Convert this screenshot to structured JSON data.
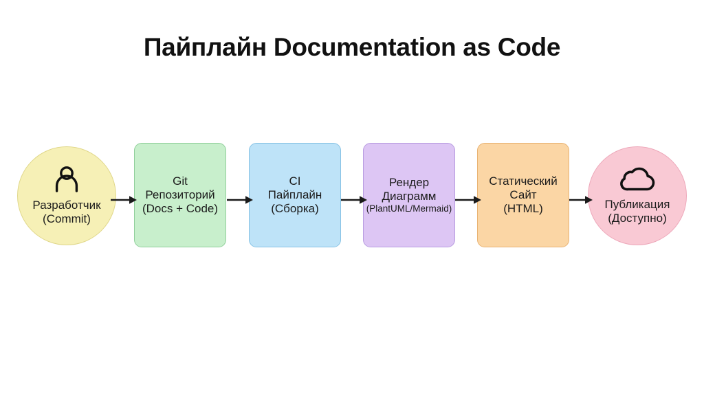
{
  "page": {
    "title": "Пайплайн Documentation as Code",
    "background_color": "#ffffff"
  },
  "diagram": {
    "type": "flow-pipeline",
    "orientation": "left-to-right",
    "node_count": 6,
    "arrow_count": 5,
    "arrow_color": "#1a1a1a",
    "nodes": [
      {
        "id": "developer",
        "shape": "circle",
        "icon": "person-icon",
        "lines": [
          "Разработчик",
          "(Commit)"
        ],
        "line1": "Разработчик",
        "line2": "(Commit)",
        "fill": "#f6f0b6",
        "stroke": "#e0d78a"
      },
      {
        "id": "git",
        "shape": "rectangle",
        "icon": null,
        "lines": [
          "Git",
          "Репозиторий",
          "(Docs + Code)"
        ],
        "line1": "Git",
        "line2": "Репозиторий",
        "line3": "(Docs + Code)",
        "fill": "#c8efcc",
        "stroke": "#8fcf9a"
      },
      {
        "id": "ci",
        "shape": "rectangle",
        "icon": null,
        "lines": [
          "CI",
          "Пайплайн",
          "(Сборка)"
        ],
        "line1": "CI",
        "line2": "Пайплайн",
        "line3": "(Сборка)",
        "fill": "#bee3f8",
        "stroke": "#86c2e4"
      },
      {
        "id": "render",
        "shape": "rectangle",
        "icon": null,
        "lines": [
          "Рендер",
          "Диаграмм",
          "(PlantUML/Mermaid)"
        ],
        "line1": "Рендер",
        "line2": "Диаграмм",
        "line3": "(PlantUML/Mermaid)",
        "fill": "#ddc6f4",
        "stroke": "#b79be0"
      },
      {
        "id": "site",
        "shape": "rectangle",
        "icon": null,
        "lines": [
          "Статический",
          "Сайт",
          "(HTML)"
        ],
        "line1": "Статический",
        "line2": "Сайт",
        "line3": "(HTML)",
        "fill": "#fbd6a5",
        "stroke": "#e8b272"
      },
      {
        "id": "publish",
        "shape": "circle",
        "icon": "cloud-icon",
        "lines": [
          "Публикация",
          "(Доступно)"
        ],
        "line1": "Публикация",
        "line2": "(Доступно)",
        "fill": "#f9c9d4",
        "stroke": "#eda8ba"
      }
    ]
  }
}
